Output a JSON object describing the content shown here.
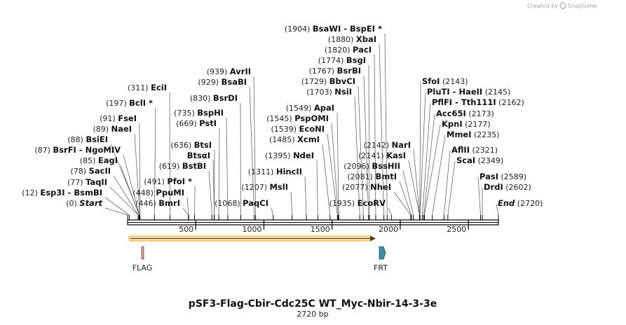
{
  "title": "pSF3-Flag-Cbir-Cdc25C WT_Myc-Nbir-14-3-3e",
  "subtitle": "2720 bp",
  "branding": {
    "created_by": "Created by",
    "brand": "SnapGene",
    "icon": "snapgene-logo-icon"
  },
  "ticks": [
    "500",
    "1000",
    "1500",
    "2000",
    "2500"
  ],
  "features": [
    {
      "name": "FLAG",
      "icon": "flag-feature-icon",
      "color": "#d7a7a7"
    },
    {
      "name": "FRT",
      "icon": "frt-arrow-icon",
      "color": "#3e8ea0"
    }
  ],
  "orf_color": "#f0a020",
  "labels": [
    {
      "pos": "(0)",
      "name": "Start"
    },
    {
      "pos": "(12)",
      "name": "Esp3I  -  BsmBI"
    },
    {
      "pos": "(77)",
      "name": "TaqII"
    },
    {
      "pos": "(78)",
      "name": "SacII"
    },
    {
      "pos": "(85)",
      "name": "EagI"
    },
    {
      "pos": "(87)",
      "name": "BsrFI  -  NgoMIV"
    },
    {
      "pos": "(88)",
      "name": "BsiEI"
    },
    {
      "pos": "(89)",
      "name": "NaeI"
    },
    {
      "pos": "(91)",
      "name": "FseI"
    },
    {
      "pos": "(197)",
      "name": "BclI *"
    },
    {
      "pos": "(311)",
      "name": "EciI"
    },
    {
      "pos": "(446)",
      "name": "BmrI"
    },
    {
      "pos": "(448)",
      "name": "PpuMI"
    },
    {
      "pos": "(491)",
      "name": "PfoI *"
    },
    {
      "pos": "(619)",
      "name": "BstBI"
    },
    {
      "pos": "",
      "name": "BtsαI"
    },
    {
      "pos": "(636)",
      "name": "BtsI"
    },
    {
      "pos": "(669)",
      "name": "PstI"
    },
    {
      "pos": "(735)",
      "name": "BspHI"
    },
    {
      "pos": "(830)",
      "name": "BsrDI"
    },
    {
      "pos": "(929)",
      "name": "BsaBI"
    },
    {
      "pos": "(939)",
      "name": "AvrII"
    },
    {
      "pos": "(1068)",
      "name": "PaqCI"
    },
    {
      "pos": "(1207)",
      "name": "MslI"
    },
    {
      "pos": "(1311)",
      "name": "HincII"
    },
    {
      "pos": "(1395)",
      "name": "NdeI"
    },
    {
      "pos": "(1485)",
      "name": "XcmI"
    },
    {
      "pos": "(1539)",
      "name": "EcoNI"
    },
    {
      "pos": "(1545)",
      "name": "PspOMI"
    },
    {
      "pos": "(1549)",
      "name": "ApaI"
    },
    {
      "pos": "(1703)",
      "name": "NsiI"
    },
    {
      "pos": "(1729)",
      "name": "BbvCI"
    },
    {
      "pos": "(1767)",
      "name": "BsrBI"
    },
    {
      "pos": "(1774)",
      "name": "BsgI"
    },
    {
      "pos": "(1820)",
      "name": "PacI"
    },
    {
      "pos": "(1880)",
      "name": "XbaI"
    },
    {
      "pos": "(1904)",
      "name": "BsaWI  -  BspEI *"
    },
    {
      "pos": "(1935)",
      "name": "EcoRV"
    },
    {
      "pos": "(2077)",
      "name": "NheI"
    },
    {
      "pos": "(2081)",
      "name": "BmtI"
    },
    {
      "pos": "(2096)",
      "name": "BssHII"
    },
    {
      "pos": "(2141)",
      "name": "KasI"
    },
    {
      "pos": "(2142)",
      "name": "NarI"
    },
    {
      "pos": "(2143)",
      "name": "SfoI"
    },
    {
      "pos": "(2145)",
      "name": "PluTI  -  HaeII"
    },
    {
      "pos": "(2162)",
      "name": "PflFI  -  Tth111I"
    },
    {
      "pos": "(2173)",
      "name": "Acc65I"
    },
    {
      "pos": "(2177)",
      "name": "KpnI"
    },
    {
      "pos": "(2235)",
      "name": "MmeI"
    },
    {
      "pos": "(2321)",
      "name": "AflII"
    },
    {
      "pos": "(2349)",
      "name": "ScaI"
    },
    {
      "pos": "(2589)",
      "name": "PasI"
    },
    {
      "pos": "(2602)",
      "name": "DrdI"
    },
    {
      "pos": "(2720)",
      "name": "End"
    }
  ]
}
